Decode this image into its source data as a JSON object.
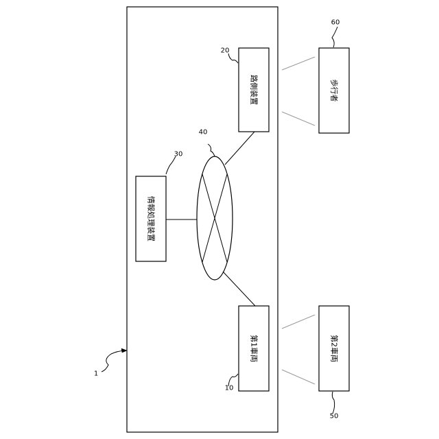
{
  "colors": {
    "stroke": "#000000",
    "link": "#9a9a9a",
    "background": "#ffffff"
  },
  "system": {
    "id": "system-frame",
    "ref": "1"
  },
  "network": {
    "id": "network",
    "ref": "40"
  },
  "boxes": [
    {
      "id": "info-processing-device",
      "label": "情報処理装置",
      "ref": "30"
    },
    {
      "id": "roadside-device",
      "label": "路側装置",
      "ref": "20"
    },
    {
      "id": "first-vehicle",
      "label": "第1車両",
      "ref": "10"
    },
    {
      "id": "pedestrian",
      "label": "歩行者",
      "ref": "60"
    },
    {
      "id": "second-vehicle",
      "label": "第2車両",
      "ref": "50"
    }
  ]
}
